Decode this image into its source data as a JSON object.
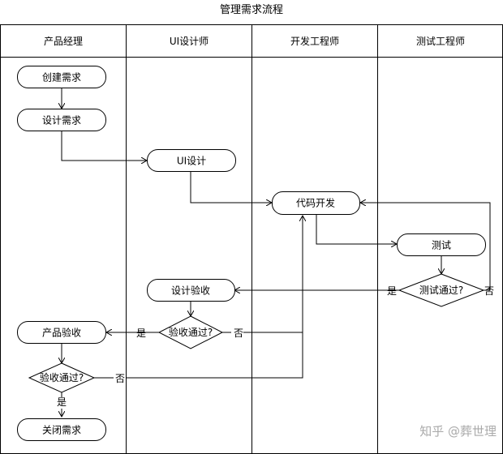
{
  "title": "管理需求流程",
  "lanes": [
    "产品经理",
    "UI设计师",
    "开发工程师",
    "测试工程师"
  ],
  "nodes": {
    "create": "创建需求",
    "design_req": "设计需求",
    "ui_design": "UI设计",
    "code_dev": "代码开发",
    "test": "测试",
    "test_pass": "测试通过?",
    "design_accept": "设计验收",
    "accept_pass1": "验收通过?",
    "product_accept": "产品验收",
    "accept_pass2": "验收通过?",
    "close": "关闭需求"
  },
  "labels": {
    "test_yes": "是",
    "test_no": "否",
    "accept1_yes": "是",
    "accept1_no": "否",
    "accept2_no": "否",
    "accept2_yes": "是"
  },
  "watermark": "知乎 @葬世理"
}
